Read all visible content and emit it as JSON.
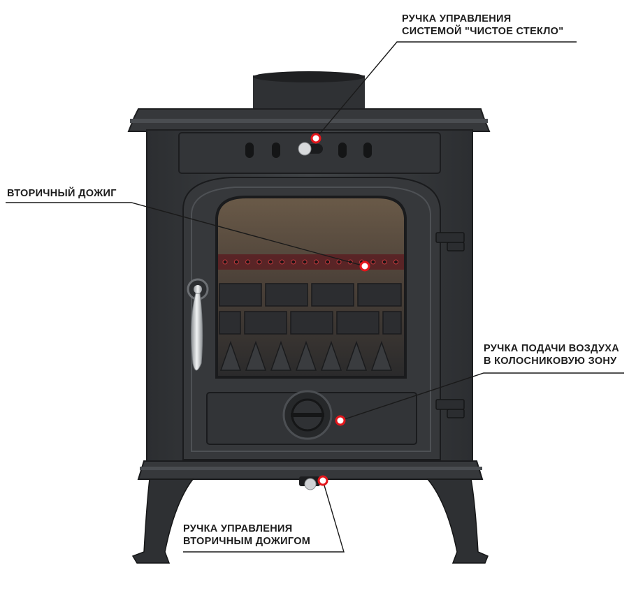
{
  "colors": {
    "stove_body": "#3a3c3f",
    "stove_dark": "#232427",
    "stove_edge": "#55585c",
    "glass": "#5a4e42",
    "marker": "#e3161b",
    "leader": "#1a1a1a",
    "handle": "#c9ccd0"
  },
  "callouts": {
    "clean_glass": {
      "line1": "РУЧКА УПРАВЛЕНИЯ",
      "line2": "СИСТЕМОЙ \"ЧИСТОЕ СТЕКЛО\""
    },
    "secondary_burn": {
      "line1": "ВТОРИЧНЫЙ ДОЖИГ"
    },
    "air_supply": {
      "line1": "РУЧКА ПОДАЧИ ВОЗДУХА",
      "line2": "В КОЛОСНИКОВУЮ ЗОНУ"
    },
    "secondary_control": {
      "line1": "РУЧКА УПРАВЛЕНИЯ",
      "line2": "ВТОРИЧНЫМ ДОЖИГОМ"
    }
  }
}
